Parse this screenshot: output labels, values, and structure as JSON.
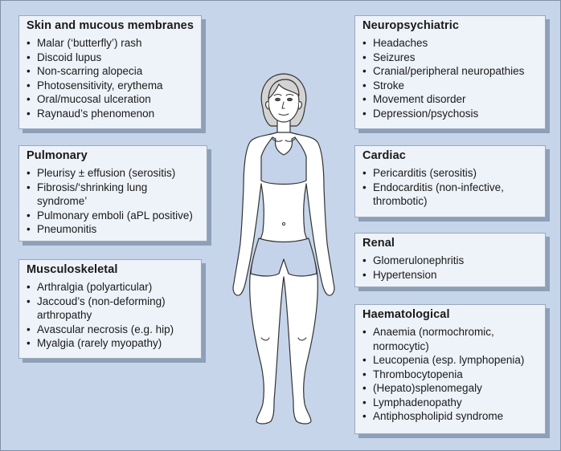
{
  "panels": {
    "skin": {
      "title": "Skin and mucous membranes",
      "items": [
        "Malar (‘butterfly’) rash",
        "Discoid lupus",
        "Non-scarring alopecia",
        "Photosensitivity, erythema",
        "Oral/mucosal ulceration",
        "Raynaud’s phenomenon"
      ]
    },
    "pulmonary": {
      "title": "Pulmonary",
      "items": [
        "Pleurisy ± effusion (serositis)",
        "Fibrosis/‘shrinking lung syndrome’",
        "Pulmonary emboli (aPL positive)",
        "Pneumonitis"
      ]
    },
    "musculoskeletal": {
      "title": "Musculoskeletal",
      "items": [
        "Arthralgia (polyarticular)",
        "Jaccoud’s (non-deforming) arthropathy",
        "Avascular necrosis (e.g. hip)",
        "Myalgia (rarely myopathy)"
      ]
    },
    "neuropsychiatric": {
      "title": "Neuropsychiatric",
      "items": [
        "Headaches",
        "Seizures",
        "Cranial/peripheral neuropathies",
        "Stroke",
        "Movement disorder",
        "Depression/psychosis"
      ]
    },
    "cardiac": {
      "title": "Cardiac",
      "items": [
        "Pericarditis (serositis)",
        "Endocarditis (non-infective, thrombotic)"
      ]
    },
    "renal": {
      "title": "Renal",
      "items": [
        "Glomerulonephritis",
        "Hypertension"
      ]
    },
    "haematological": {
      "title": "Haematological",
      "items": [
        "Anaemia (normochromic, normocytic)",
        "Leucopenia (esp. lymphopenia)",
        "Thrombocytopenia",
        "(Hepato)splenomegaly",
        "Lymphadenopathy",
        "Antiphospholipid syndrome"
      ]
    }
  },
  "colors": {
    "background": "#c6d5ea",
    "panel": "#eef2f9",
    "panel_shadow": "#8e9fb8",
    "clothing": "#c4d3ea",
    "skin": "#ffffff",
    "hair": "#cfcfcf"
  }
}
